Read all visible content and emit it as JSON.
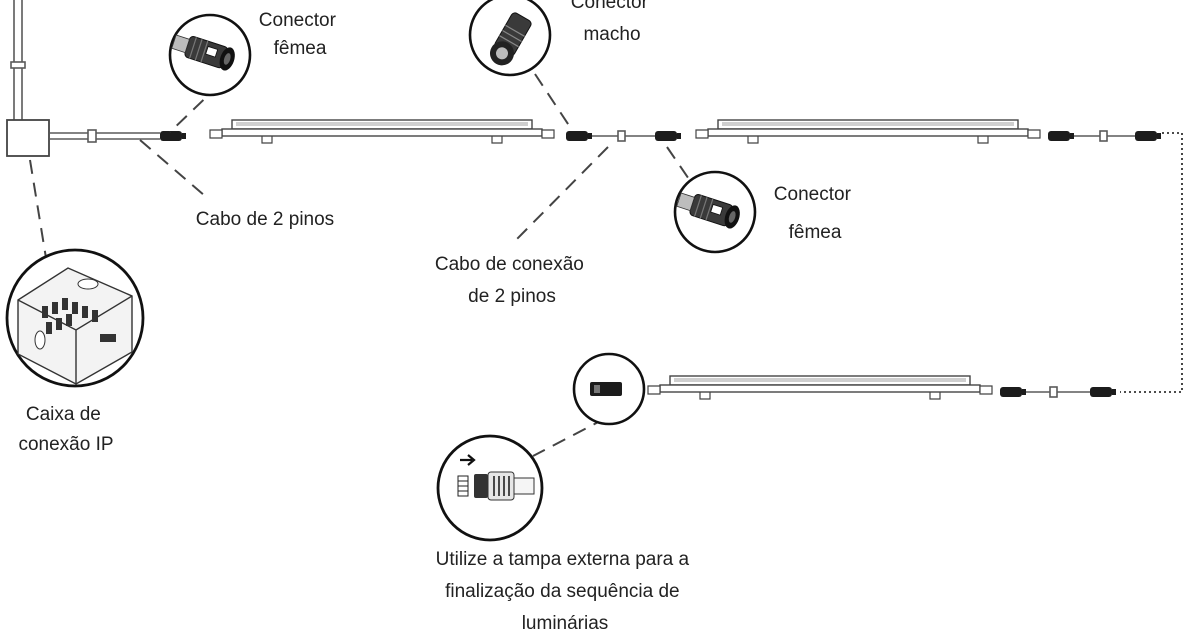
{
  "labels": {
    "female_connector_top": [
      "Conector",
      "fêmea"
    ],
    "male_connector": [
      "Conector",
      "macho"
    ],
    "female_connector_mid": [
      "Conector",
      "fêmea"
    ],
    "cable_2pin": [
      "Cabo de 2 pinos"
    ],
    "connection_cable": [
      "Cabo de conexão",
      "de 2 pinos"
    ],
    "junction_box": [
      "Caixa de",
      "conexão IP"
    ],
    "end_cap_note": [
      "Utilize a tampa externa para a",
      "finalização da sequência de",
      "luminárias"
    ]
  },
  "colors": {
    "line": "#5a5a5a",
    "dark": "#1c1c1c",
    "text": "#222222",
    "background": "#ffffff"
  }
}
